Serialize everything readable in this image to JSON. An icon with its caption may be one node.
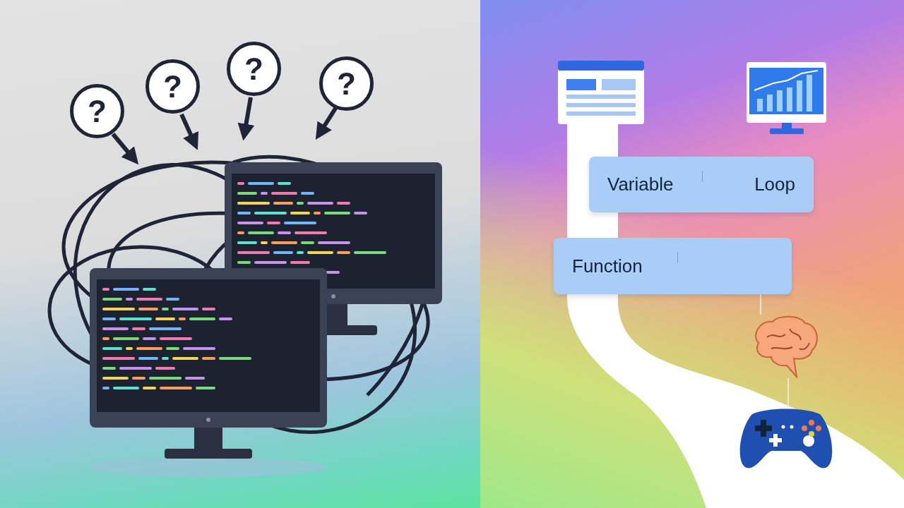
{
  "diagram": {
    "nodes": [
      {
        "text": [
          "?"
        ]
      },
      {
        "text": [
          "?"
        ]
      },
      {
        "text": [
          "?"
        ]
      },
      {
        "text": [
          "?"
        ]
      },
      {
        "text": [
          "Variable",
          "Loop"
        ]
      },
      {
        "text": [
          "Function"
        ]
      },
      {
        "text": [],
        "shape": "picture"
      },
      {
        "text": [],
        "shape": "picture"
      }
    ],
    "edges": [
      {
        "from": 0,
        "to": null,
        "arrow": "to"
      },
      {
        "from": 1,
        "to": null,
        "arrow": "to"
      },
      {
        "from": 2,
        "to": null,
        "arrow": "to"
      },
      {
        "from": 3,
        "to": null,
        "arrow": "to"
      },
      {
        "from": 5,
        "to": 6,
        "arrow": "none",
        "color": "#f2f2f2"
      },
      {
        "from": 6,
        "to": 7,
        "arrow": "none",
        "color": "#f2f2f2"
      }
    ]
  }
}
